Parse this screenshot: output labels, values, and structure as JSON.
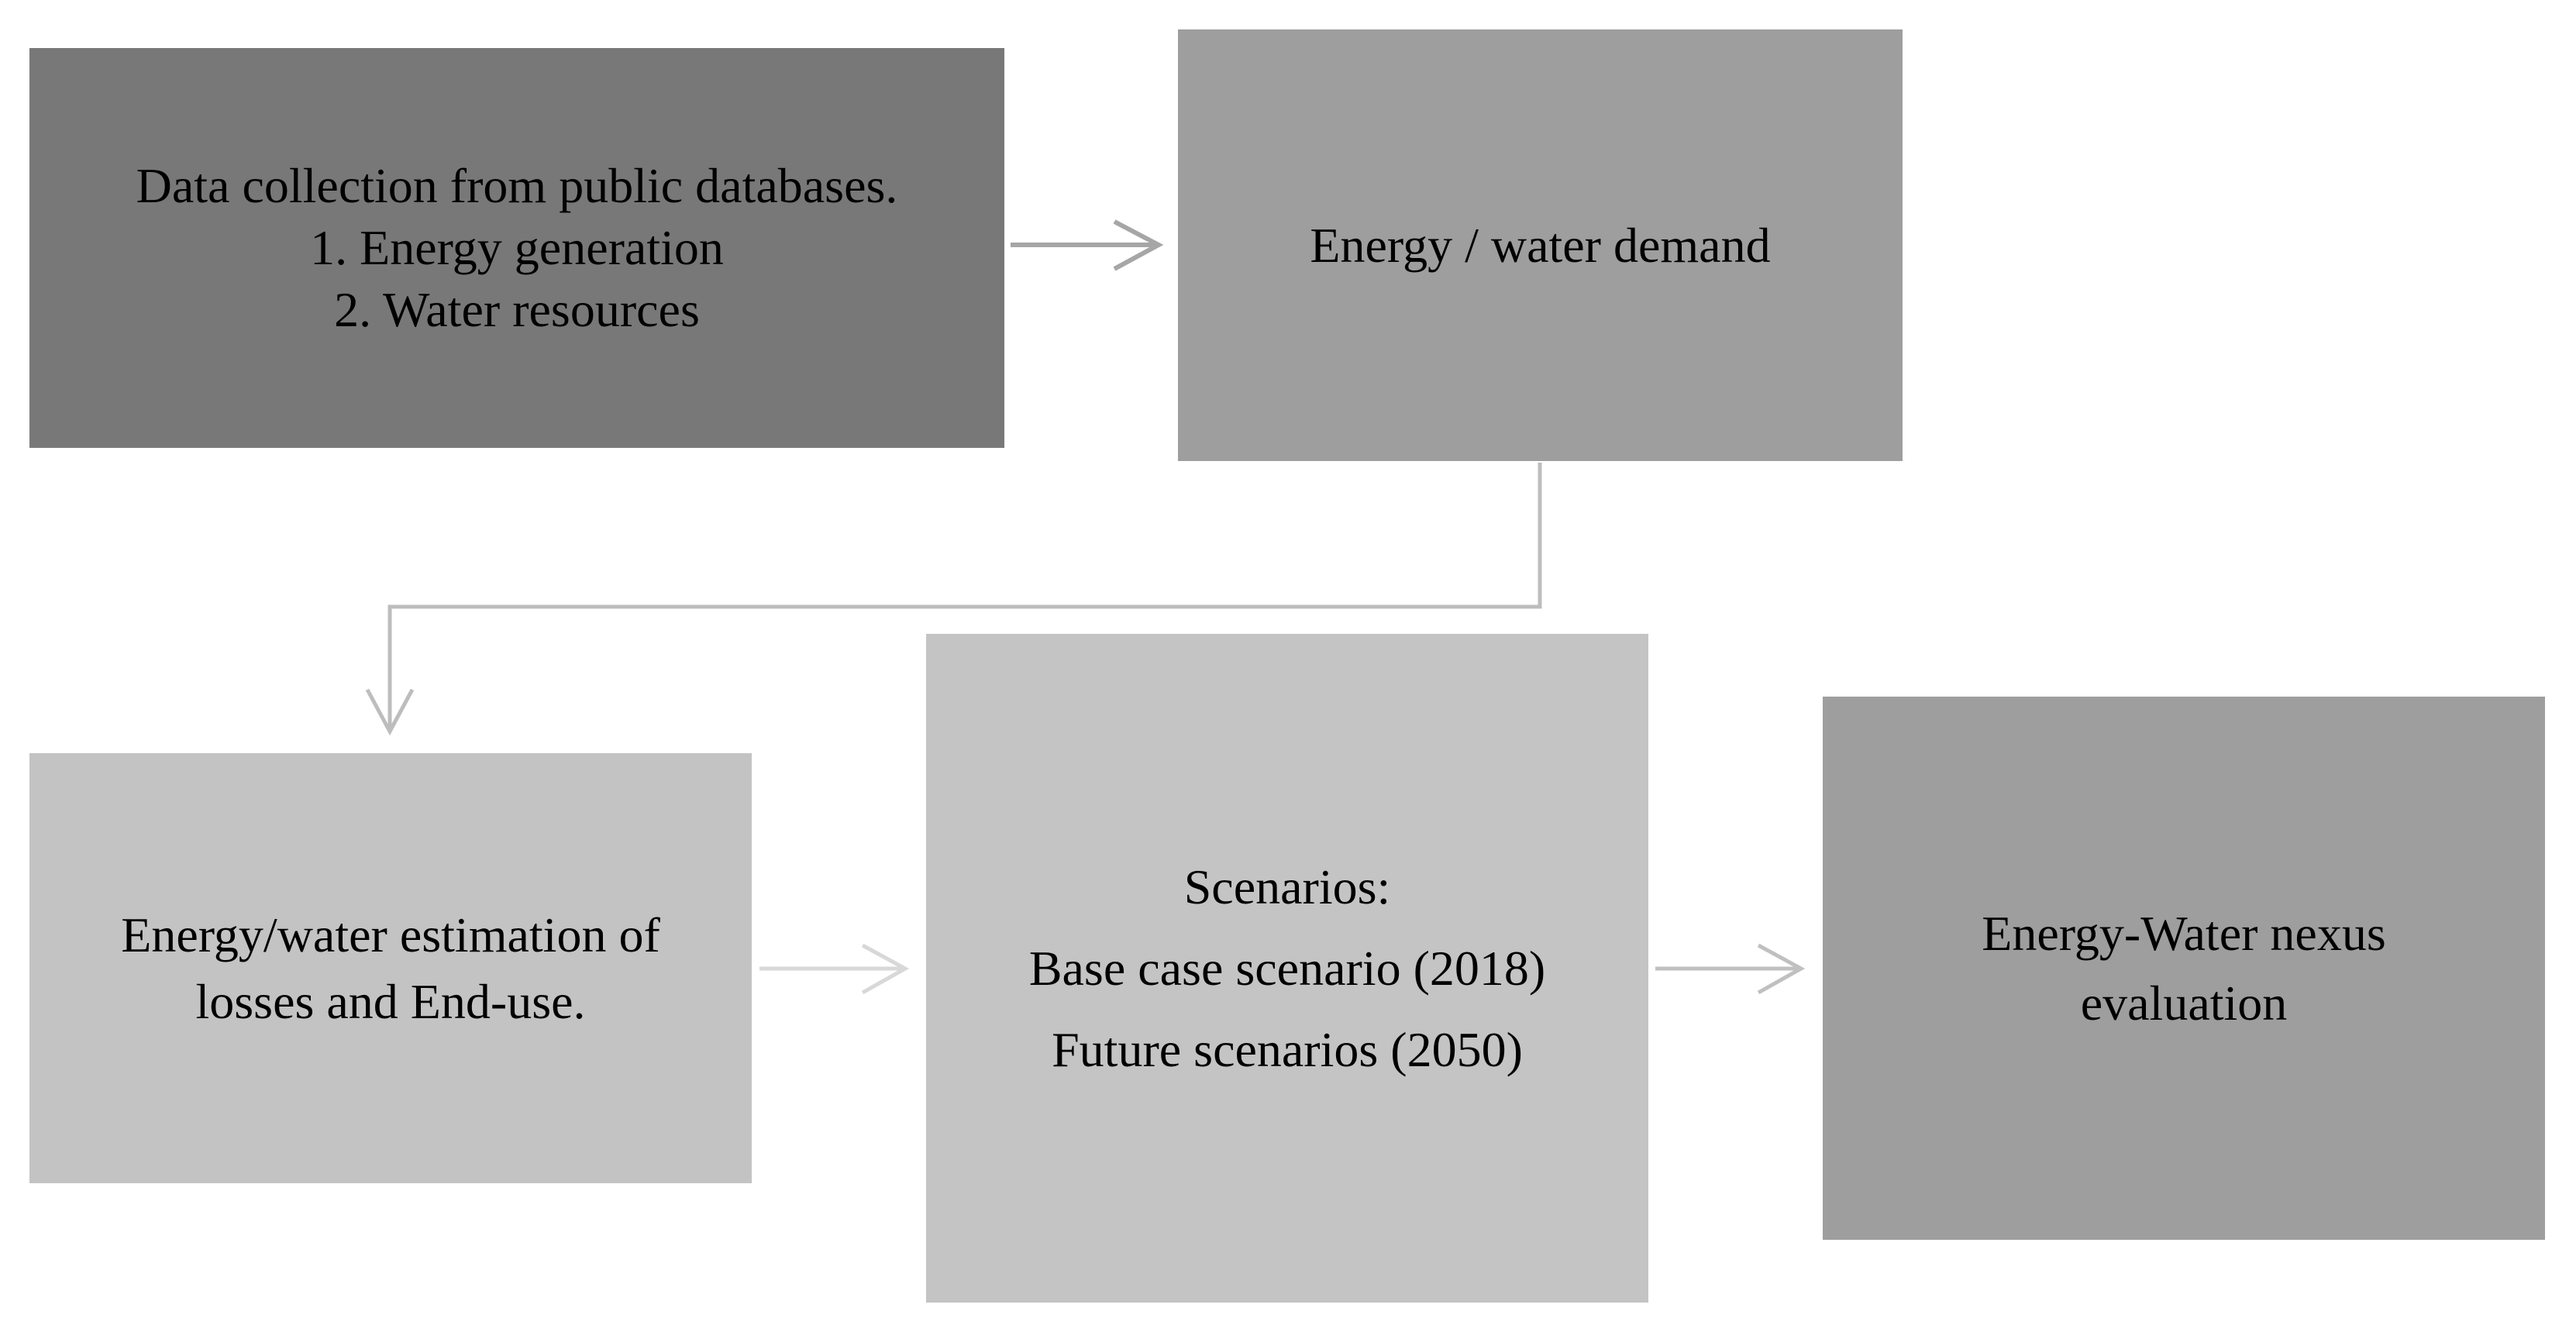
{
  "diagram": {
    "background_color": "#ffffff",
    "text_color": "#000000",
    "nodes": [
      {
        "id": "data-collection",
        "fill": "#787878",
        "lines": [
          "Data collection from public databases.",
          "1. Energy generation",
          "2. Water resources"
        ]
      },
      {
        "id": "energy-water-demand",
        "fill": "#9e9e9e",
        "lines": [
          "Energy / water demand"
        ]
      },
      {
        "id": "estimation-losses",
        "fill": "#c3c3c3",
        "lines": [
          "Energy/water estimation of",
          "losses and End-use."
        ]
      },
      {
        "id": "scenarios",
        "fill": "#c4c4c4",
        "lines": [
          "Scenarios:",
          "Base case scenario (2018)",
          "Future scenarios (2050)"
        ]
      },
      {
        "id": "nexus-evaluation",
        "fill": "#9e9e9e",
        "lines": [
          "Energy-Water nexus",
          "evaluation"
        ]
      }
    ],
    "connectors": [
      {
        "id": "collection-to-demand",
        "type": "straight-right",
        "color": "#a6a6a6"
      },
      {
        "id": "demand-to-estimation",
        "type": "elbow-down",
        "color": "#bdbdbd"
      },
      {
        "id": "estimation-to-scenarios",
        "type": "straight-right",
        "color": "#d8d8d8"
      },
      {
        "id": "scenarios-to-nexus",
        "type": "straight-right",
        "color": "#c0c0c0"
      }
    ]
  }
}
